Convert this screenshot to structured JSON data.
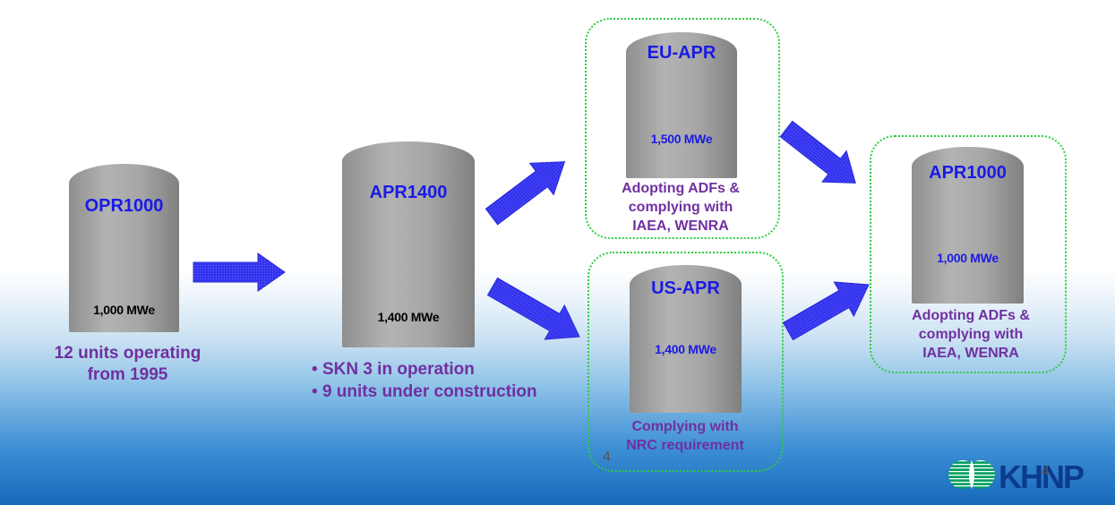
{
  "stages": {
    "opr1000": {
      "name": "OPR1000",
      "capacity": "1,000 MWe",
      "note_lines": [
        "12 units operating",
        "from 1995"
      ]
    },
    "apr1400": {
      "name": "APR1400",
      "capacity": "1,400 MWe",
      "bullets": [
        "SKN 3 in operation",
        "9 units under construction"
      ]
    },
    "eu_apr": {
      "name": "EU-APR",
      "capacity": "1,500 MWe",
      "note_lines": [
        "Adopting ADFs &",
        "complying with",
        "IAEA, WENRA"
      ]
    },
    "us_apr": {
      "name": "US-APR",
      "capacity": "1,400 MWe",
      "note_lines": [
        "Complying with",
        "NRC requirement"
      ]
    },
    "apr1000": {
      "name": "APR1000",
      "capacity": "1,000 MWe",
      "note_lines": [
        "Adopting ADFs &",
        "complying with",
        "IAEA, WENRA"
      ]
    }
  },
  "page_number": "4",
  "logo_text": "KHNP",
  "colors": {
    "name_blue": "#1a1ae6",
    "note_purple": "#7030a0",
    "arrow_blue": "#3333ee",
    "box_green": "#2ecc40",
    "logo_green": "#00a060"
  },
  "icons": {
    "arrow": "right-arrow-icon",
    "logo": "khnp-logo-icon"
  }
}
